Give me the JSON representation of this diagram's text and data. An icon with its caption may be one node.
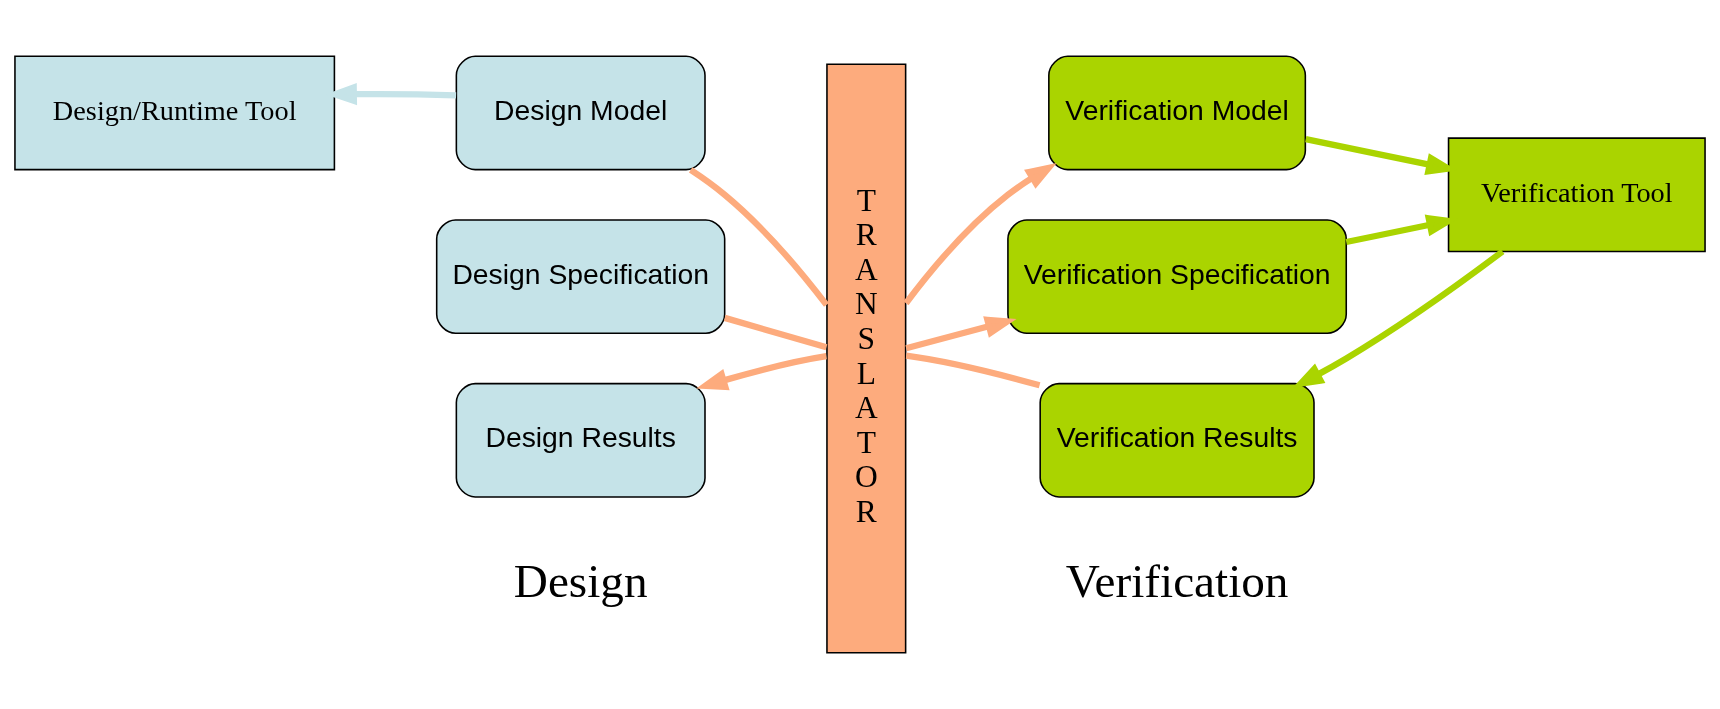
{
  "diagram": {
    "nodes": [
      {
        "text": [
          "Design/Runtime Tool"
        ]
      },
      {
        "text": [
          "Design Model"
        ]
      },
      {
        "text": [
          "Design Specification"
        ]
      },
      {
        "text": [
          "Design Results"
        ]
      },
      {
        "text": [
          "TRANSLATOR"
        ]
      },
      {
        "text": [
          "Verification Model"
        ]
      },
      {
        "text": [
          "Verification Specification"
        ]
      },
      {
        "text": [
          "Verification Tool"
        ]
      },
      {
        "text": [
          "Verification Results"
        ]
      }
    ],
    "edges": [
      {
        "from": 1,
        "to": 0,
        "arrow": "to",
        "color": "#c5e3e8"
      },
      {
        "from": 1,
        "to": 4,
        "arrow": "none"
      },
      {
        "from": 4,
        "to": 5,
        "arrow": "to"
      },
      {
        "from": 2,
        "to": 4,
        "arrow": "none"
      },
      {
        "from": 4,
        "to": 6,
        "arrow": "to"
      },
      {
        "from": 8,
        "to": 4,
        "arrow": "none"
      },
      {
        "from": 4,
        "to": 3,
        "arrow": "to"
      },
      {
        "from": 5,
        "to": 7,
        "arrow": "to",
        "color": "#aad400"
      },
      {
        "from": 6,
        "to": 7,
        "arrow": "to",
        "color": "#aad400"
      },
      {
        "from": 7,
        "to": 8,
        "arrow": "to",
        "color": "#aad400"
      }
    ],
    "labels": [
      "Design",
      "Verification"
    ]
  }
}
